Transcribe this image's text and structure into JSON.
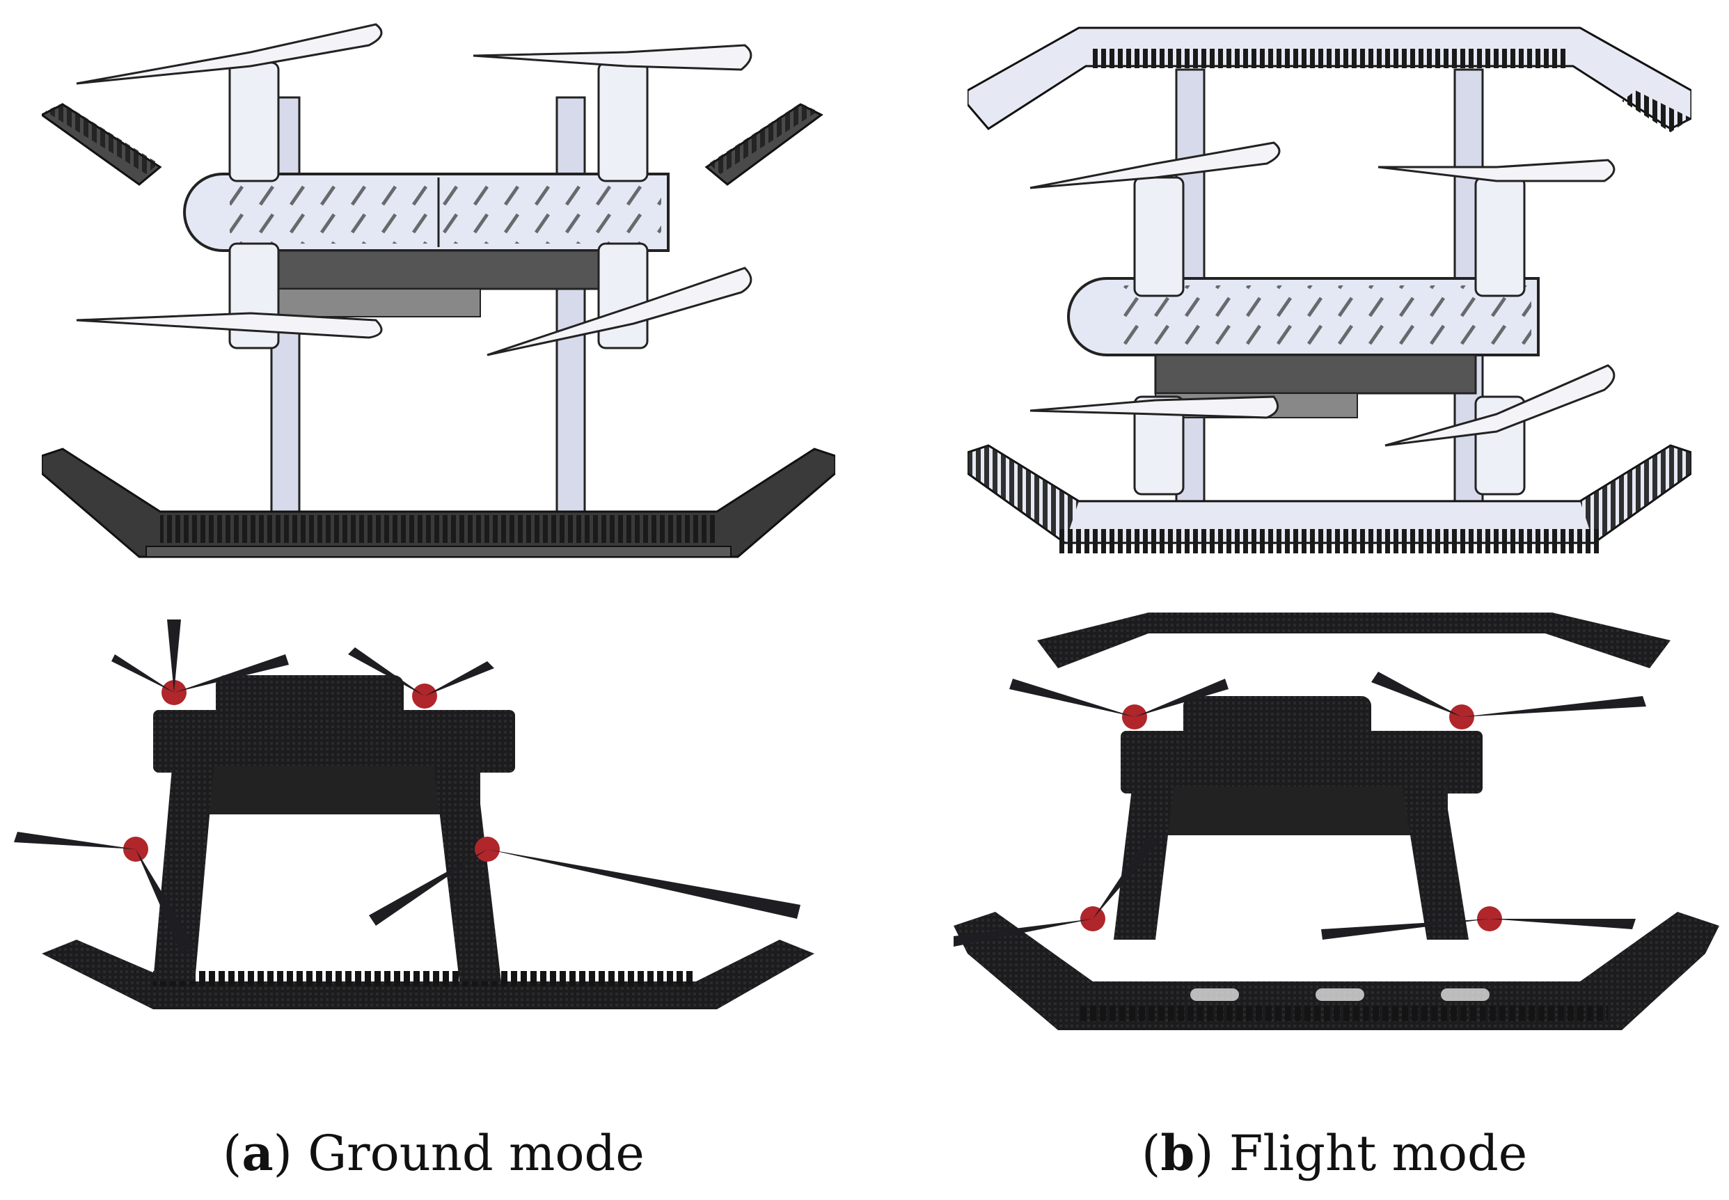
{
  "figure": {
    "panels": [
      {
        "id": "a",
        "letter": "a",
        "label": "Ground mode"
      },
      {
        "id": "b",
        "letter": "b",
        "label": "Flight mode"
      }
    ]
  },
  "colors": {
    "cad_body": "#e4e8f4",
    "cad_outline": "#222222",
    "track_dark": "#2b2b2b",
    "carbon": "#1c1c1e",
    "motor_red": "#b0262b"
  }
}
